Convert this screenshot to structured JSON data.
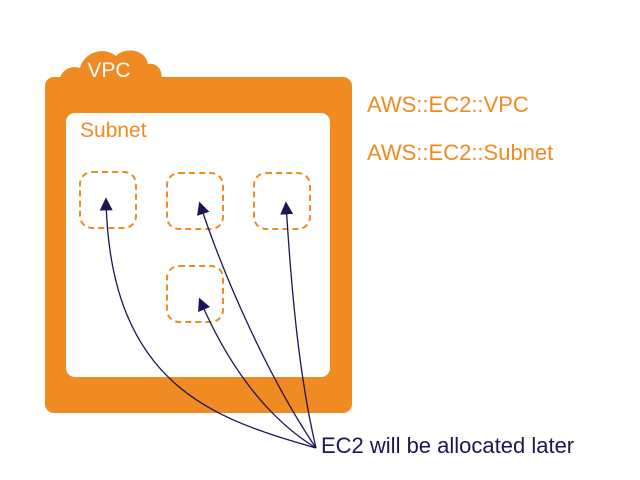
{
  "diagram": {
    "vpc_label": "VPC",
    "subnet_label": "Subnet",
    "type_labels": [
      "AWS::EC2::VPC",
      "AWS::EC2::Subnet"
    ],
    "caption": "EC2 will be allocated later",
    "slot_count": 4,
    "colors": {
      "accent": "#ef8b22",
      "arrow": "#1b1654",
      "background": "#ffffff"
    },
    "icons": [
      "cloud-icon"
    ]
  }
}
